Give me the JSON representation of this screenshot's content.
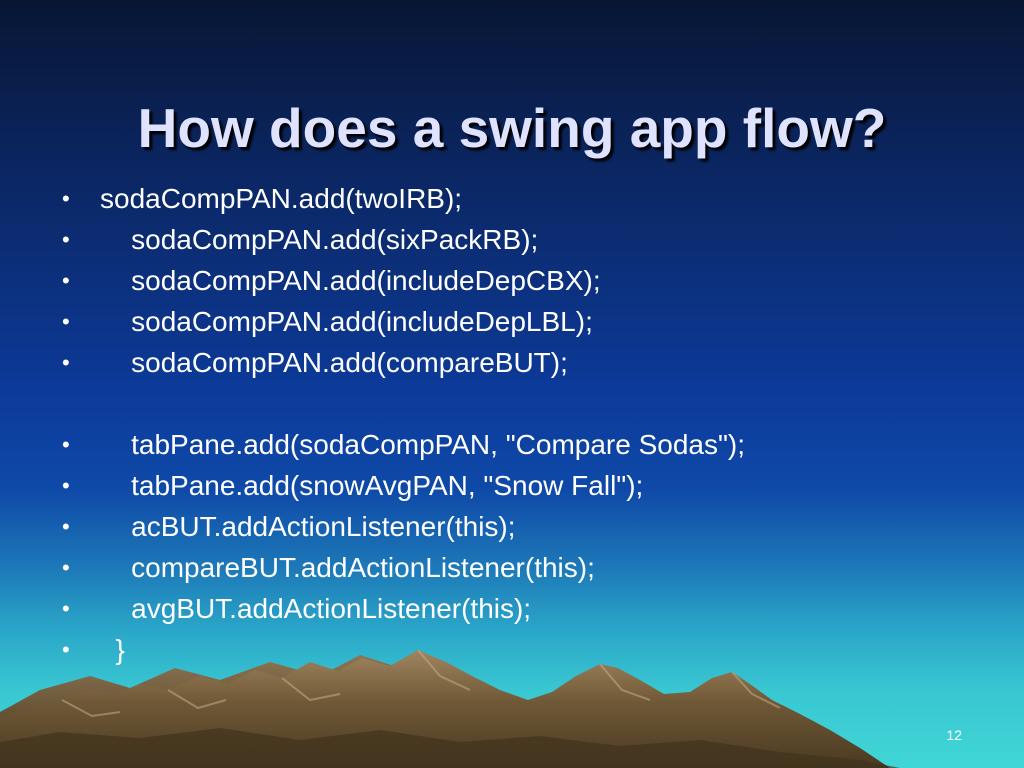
{
  "slide": {
    "title": "How does a swing app flow?",
    "bullet_glyph": "•",
    "bullets": [
      "sodaCompPAN.add(twoIRB);",
      "    sodaCompPAN.add(sixPackRB);",
      "    sodaCompPAN.add(includeDepCBX);",
      "    sodaCompPAN.add(includeDepLBL);",
      "    sodaCompPAN.add(compareBUT);",
      "",
      "    tabPane.add(sodaCompPAN, \"Compare Sodas\");",
      "    tabPane.add(snowAvgPAN, \"Snow Fall\");",
      "    acBUT.addActionListener(this);",
      "    compareBUT.addActionListener(this);",
      "    avgBUT.addActionListener(this);",
      "  }"
    ],
    "page_number": "12"
  },
  "colors": {
    "background_top": "#081633",
    "background_mid": "#0c3b9c",
    "background_bottom": "#40d6d6",
    "title_text": "#dfe3ff",
    "body_text": "#ffffff",
    "mountain_dark": "#4a3a22",
    "mountain_light": "#a08560"
  }
}
